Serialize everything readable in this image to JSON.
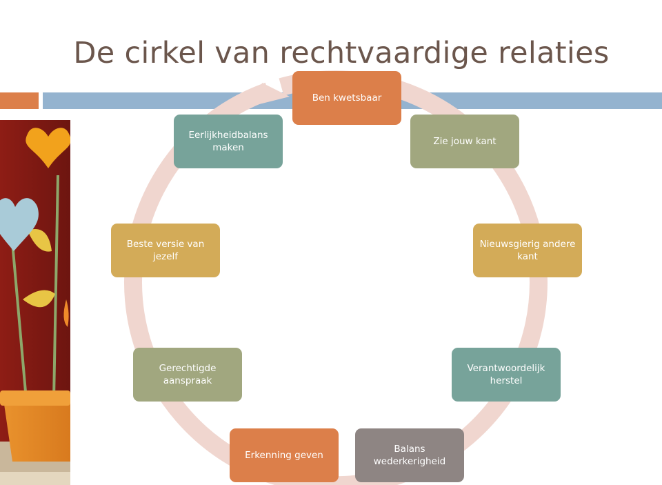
{
  "slide": {
    "title": "De cirkel van rechtvaardige relaties"
  },
  "diagram": {
    "type": "cycle",
    "nodes": [
      {
        "label": "Ben kwetsbaar",
        "color": "#dc7f4a"
      },
      {
        "label": "Zie jouw kant",
        "color": "#a1a77f"
      },
      {
        "label": "Nieuwsgierig andere kant",
        "color": "#d3ab58"
      },
      {
        "label": "Verantwoordelijk herstel",
        "color": "#77a39a"
      },
      {
        "label": "Balans wederkerigheid",
        "color": "#8e8583"
      },
      {
        "label": "Erkenning geven",
        "color": "#dc7f4a"
      },
      {
        "label": "Gerechtigde aanspraak",
        "color": "#a1a77f"
      },
      {
        "label": "Beste versie van jezelf",
        "color": "#d3ab58"
      },
      {
        "label": "Eerlijkheidbalans maken",
        "color": "#77a39a"
      }
    ],
    "ring_color": "#f0d6cf"
  },
  "decor": {
    "accent_bar_color": "#dc7f4a",
    "header_bar_color": "#94b3cf",
    "photo_subject": "heart-flowers-in-pot"
  }
}
